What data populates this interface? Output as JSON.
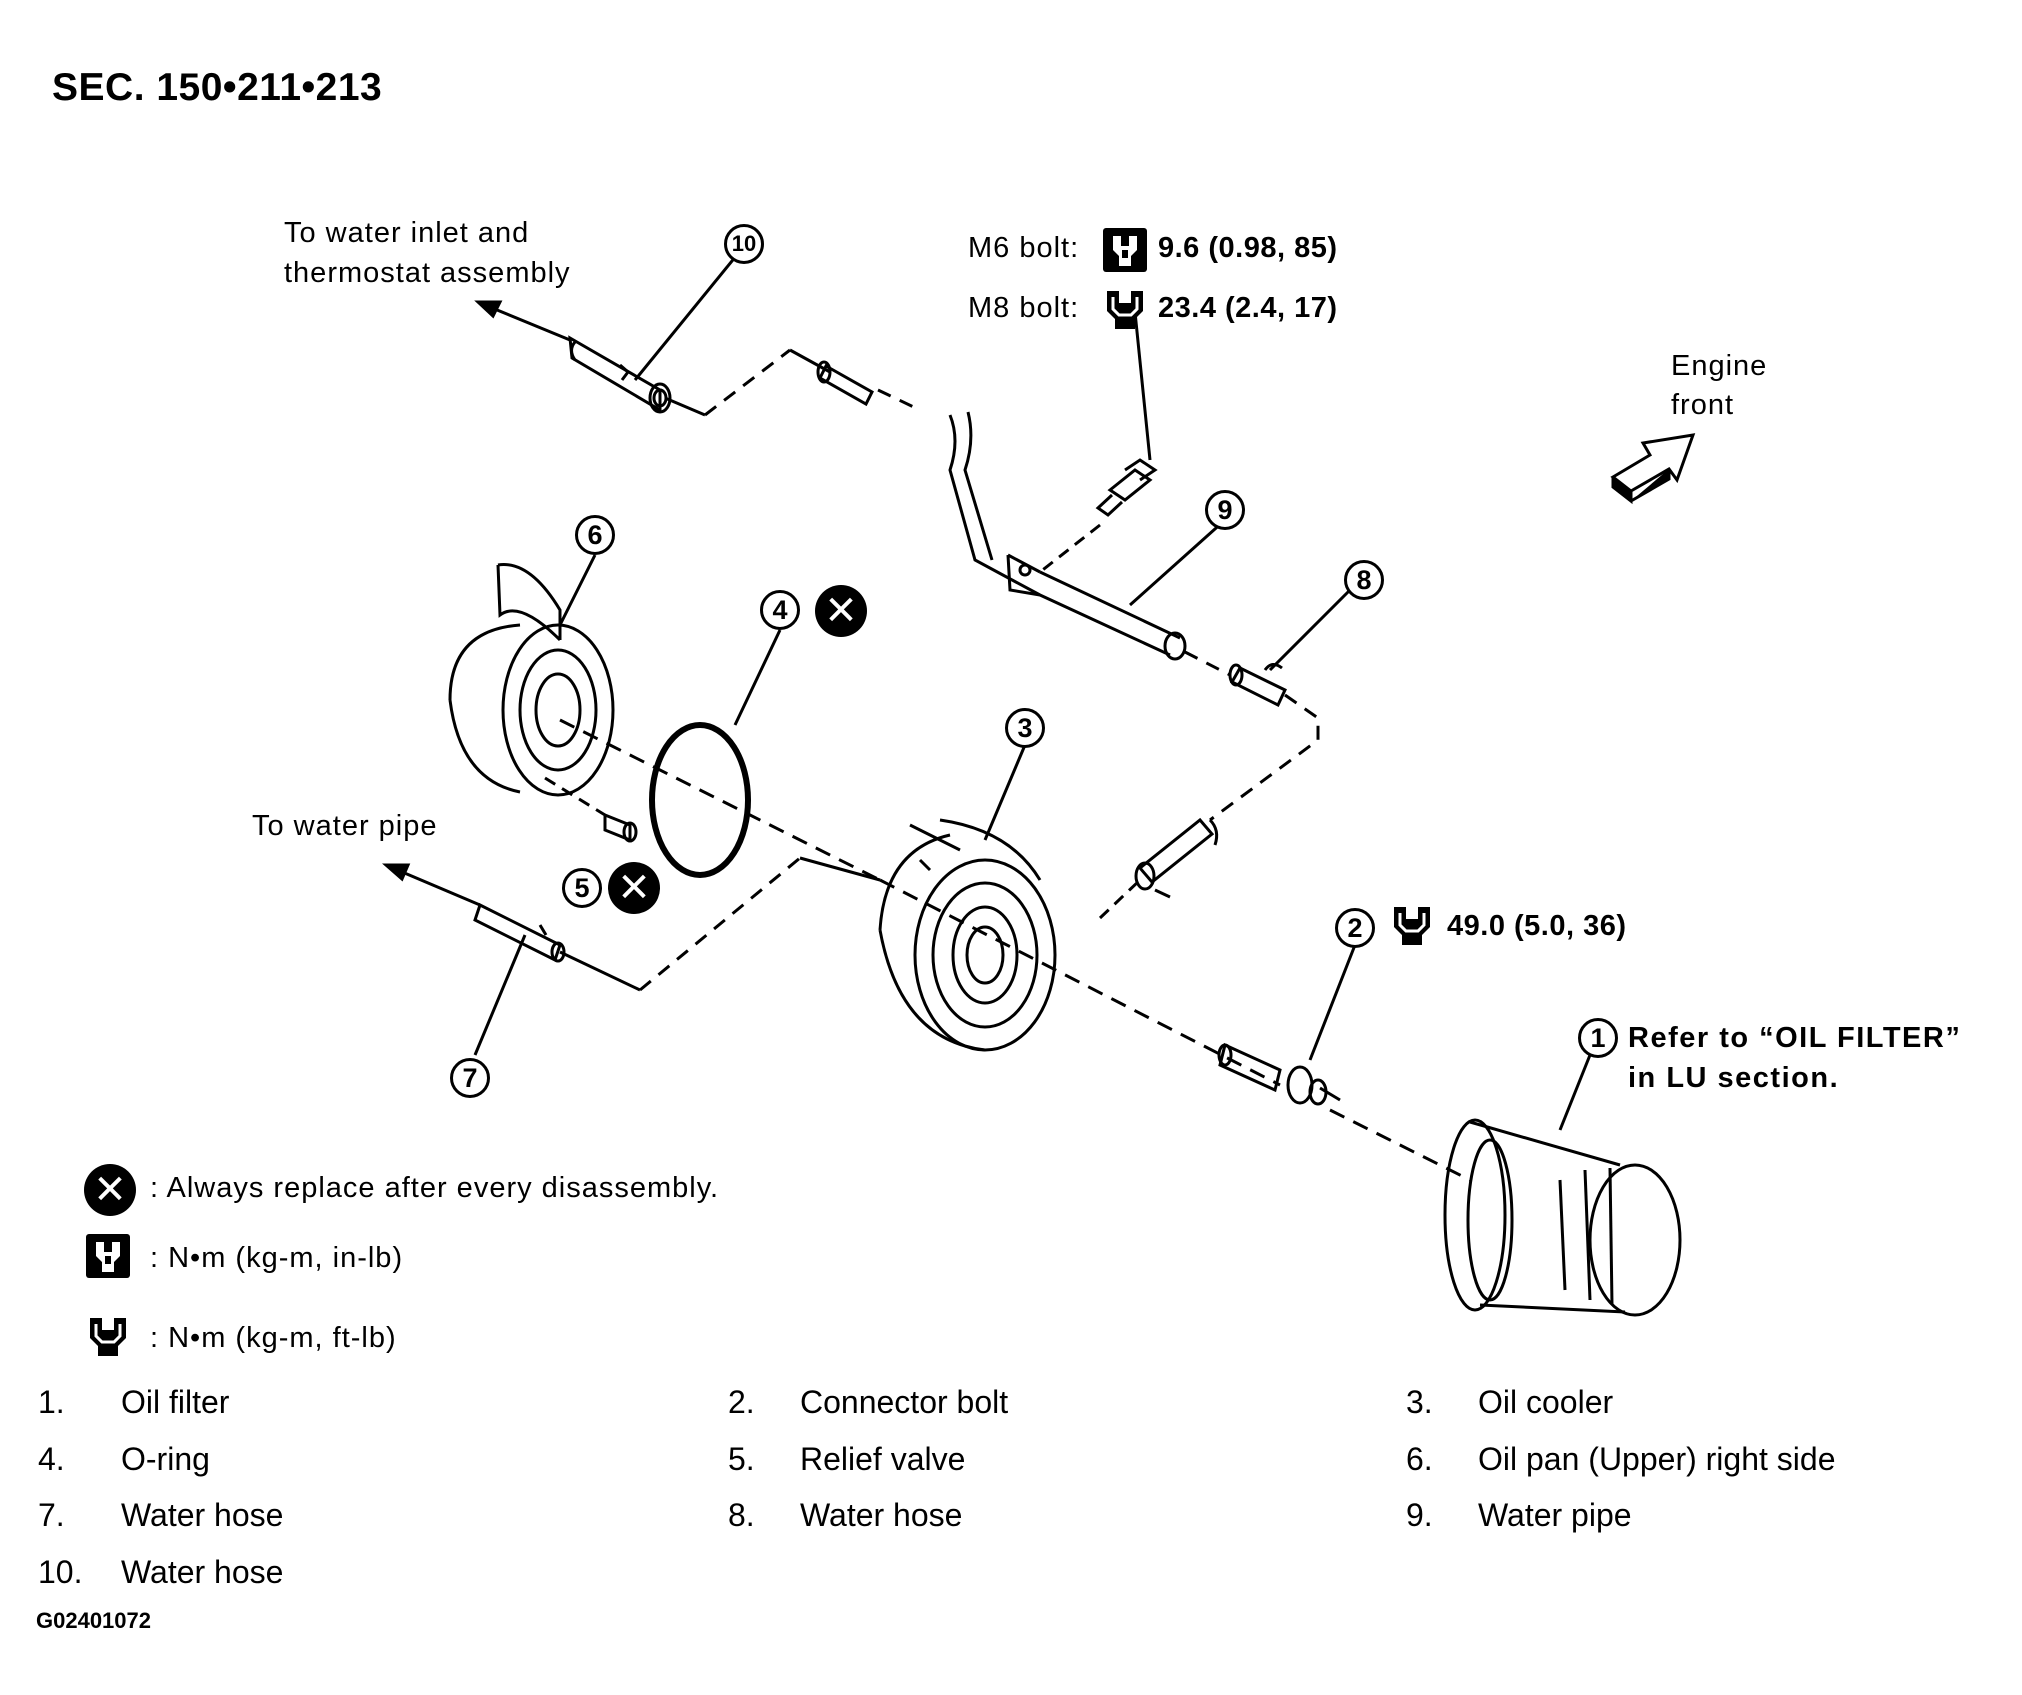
{
  "section_title": "SEC. 150•211•213",
  "labels": {
    "to_water_inlet": "To water inlet and",
    "to_water_inlet_2": "thermostat assembly",
    "to_water_pipe": "To water pipe",
    "engine": "Engine",
    "front": "front"
  },
  "torques": {
    "m6_label": "M6 bolt:",
    "m6_value": "9.6 (0.98, 85)",
    "m8_label": "M8 bolt:",
    "m8_value": "23.4 (2.4, 17)",
    "connector_value": "49.0 (5.0, 36)"
  },
  "oil_filter_note": {
    "line1": "Refer to  “OIL FILTER”",
    "line2": "in LU section."
  },
  "callouts": [
    "1",
    "2",
    "3",
    "4",
    "5",
    "6",
    "7",
    "8",
    "9",
    "10"
  ],
  "legend": {
    "replace": ": Always replace after every disassembly.",
    "nm_inlb": ":  N•m  (kg-m,  in-lb)",
    "nm_ftlb": ":  N•m  (kg-m,  ft-lb)"
  },
  "parts": [
    {
      "num": "1.",
      "name": "Oil filter"
    },
    {
      "num": "2.",
      "name": "Connector bolt"
    },
    {
      "num": "3.",
      "name": "Oil cooler"
    },
    {
      "num": "4.",
      "name": "O-ring"
    },
    {
      "num": "5.",
      "name": "Relief valve"
    },
    {
      "num": "6.",
      "name": "Oil pan (Upper) right side"
    },
    {
      "num": "7.",
      "name": "Water hose"
    },
    {
      "num": "8.",
      "name": "Water hose"
    },
    {
      "num": "9.",
      "name": "Water pipe"
    },
    {
      "num": "10.",
      "name": "Water hose"
    }
  ],
  "figure_id": "G02401072",
  "icons": {
    "replace_symbol": "x-circle-icon",
    "torque_symbol_inlb": "torque-wrench-filled-icon",
    "torque_symbol_ftlb": "torque-wrench-outline-icon",
    "engine_front_arrow": "engine-front-arrow-icon"
  }
}
